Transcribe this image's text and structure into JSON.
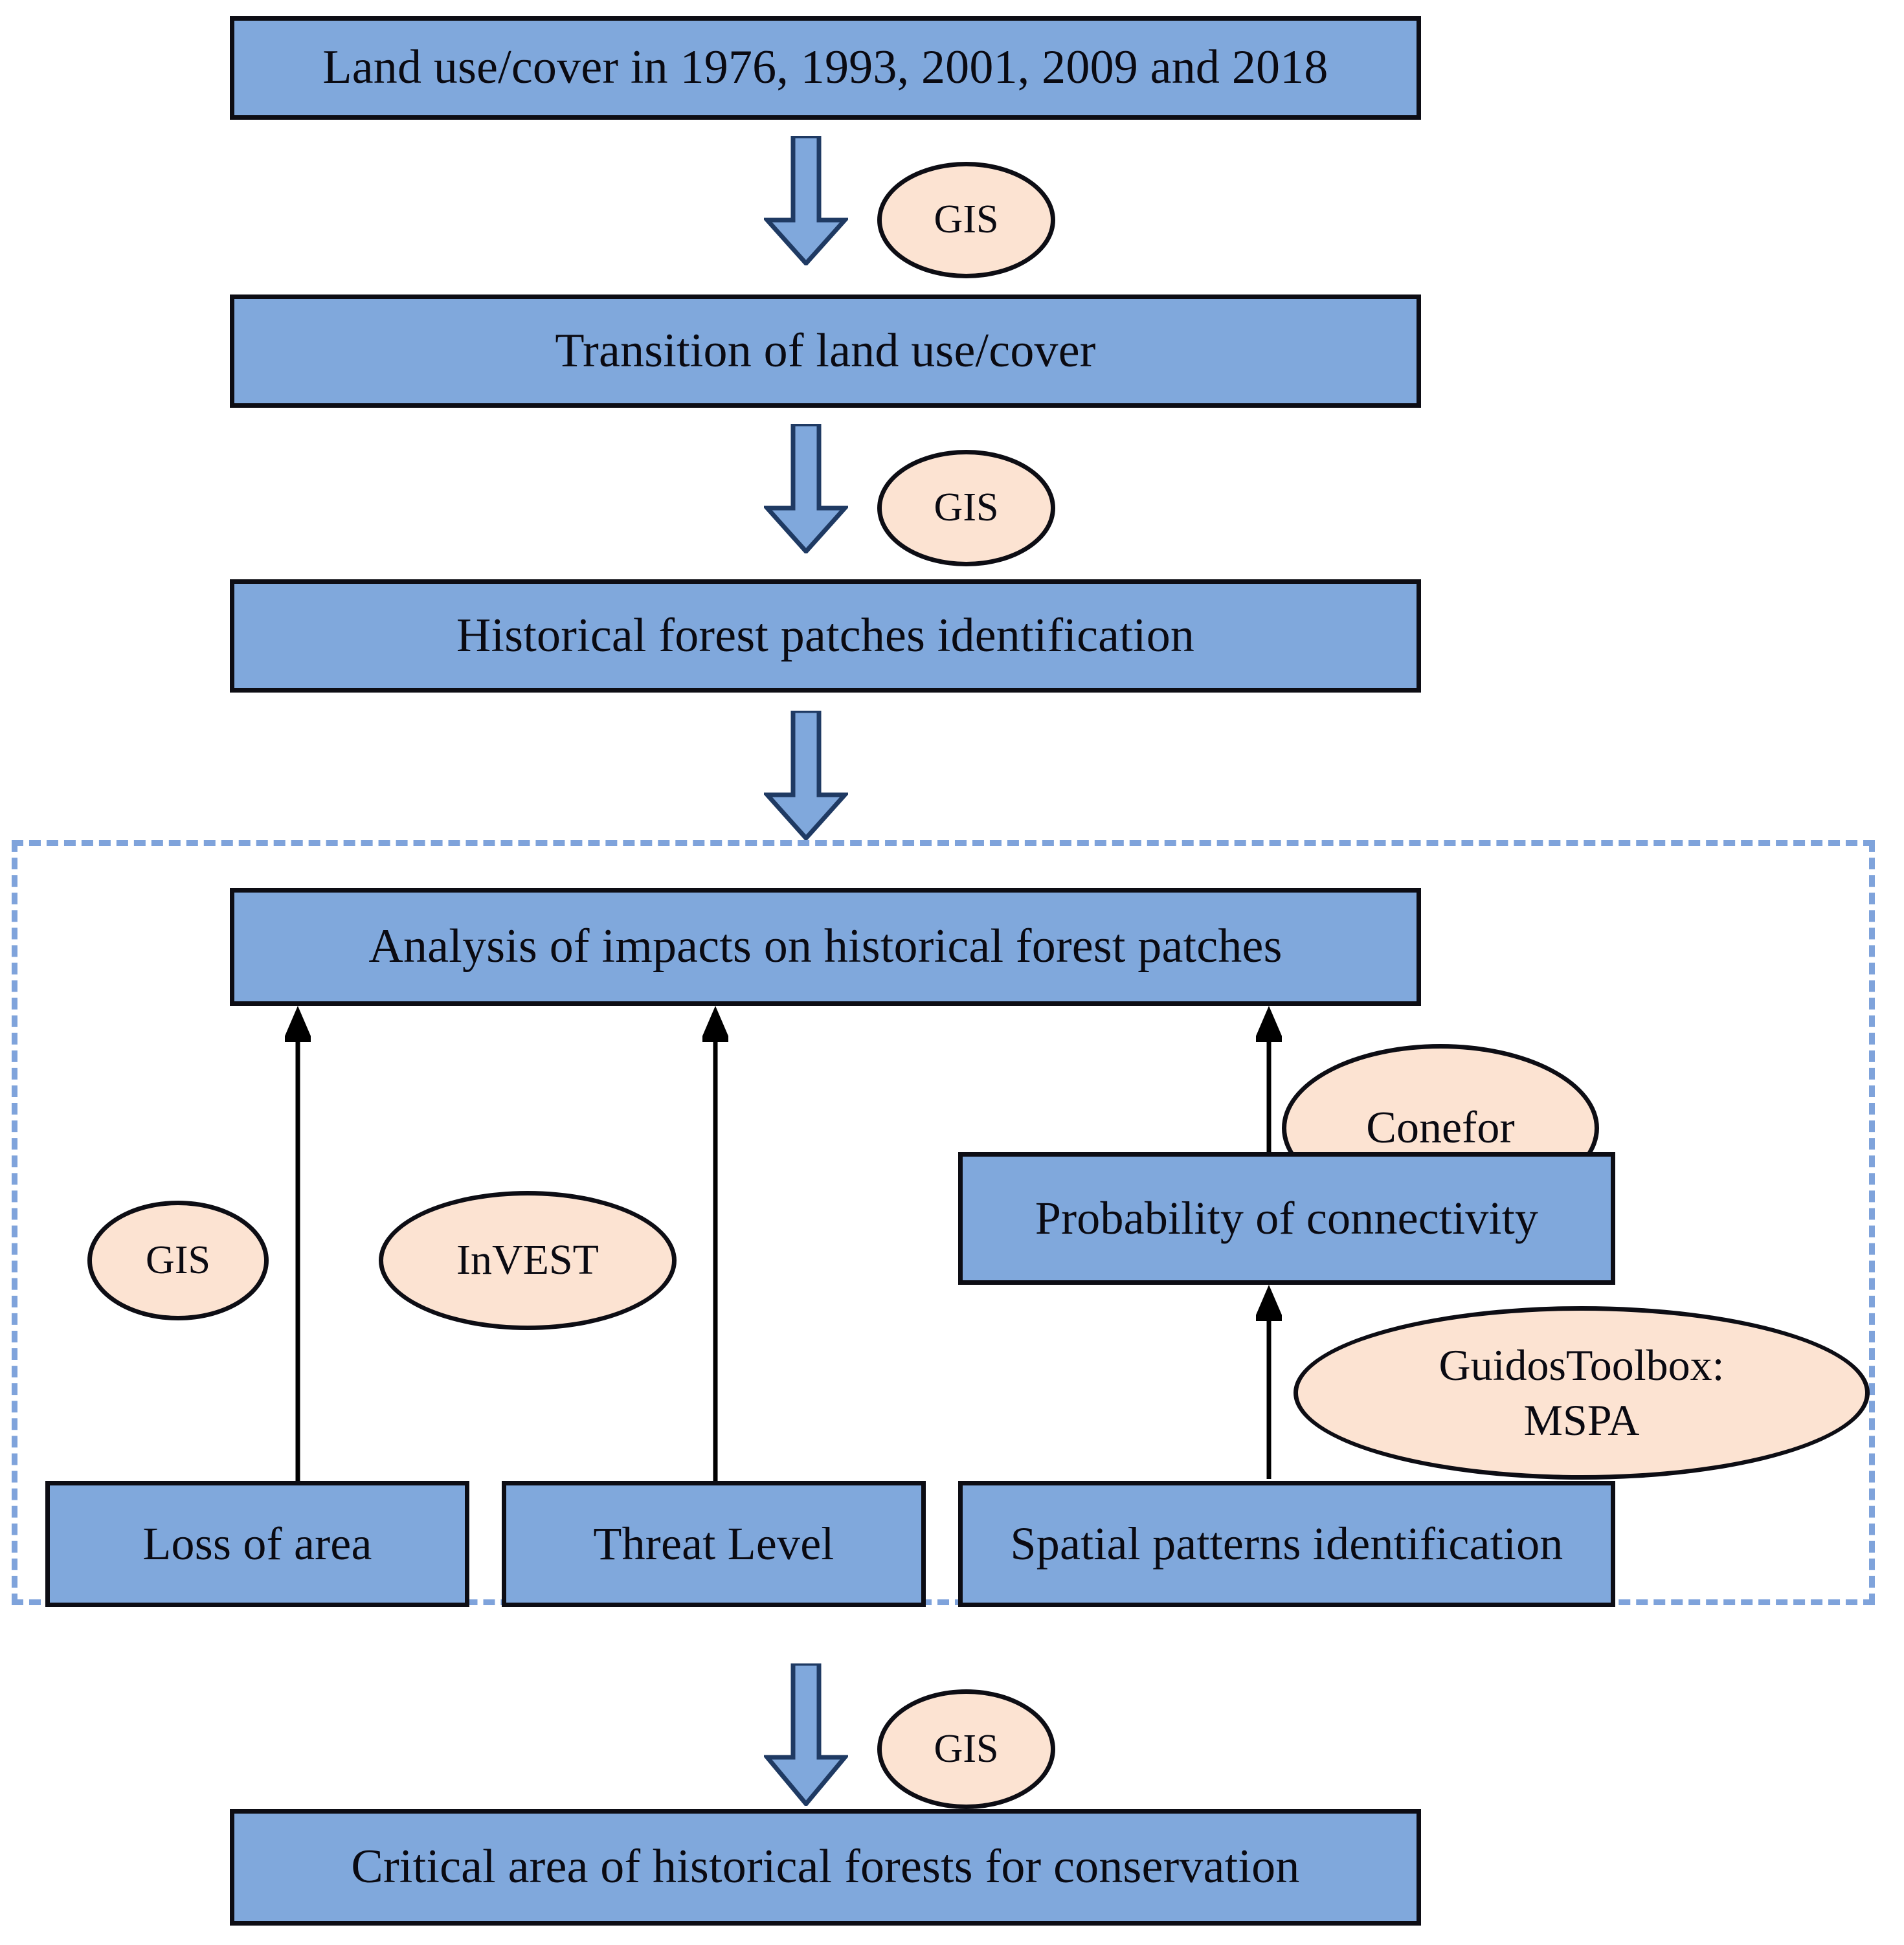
{
  "diagram": {
    "title": "Methodological flowchart for historical forest patch conservation analysis",
    "colors": {
      "box_fill": "#80A8DC",
      "box_border": "#0d0d14",
      "ellipse_fill": "#FCE3D2",
      "ellipse_border": "#0d0d14",
      "dashed_region_border": "#7FA3DB",
      "arrow_fill": "#80A8DC",
      "arrow_border": "#1f3a63",
      "thin_arrow": "#000000",
      "background": "#ffffff",
      "text": "#0a0a12"
    },
    "boxes": [
      {
        "id": "land-use-cover",
        "label": "Land use/cover in 1976, 1993, 2001, 2009 and 2018"
      },
      {
        "id": "transition",
        "label": "Transition of land use/cover"
      },
      {
        "id": "historical-patches",
        "label": "Historical forest patches identification"
      },
      {
        "id": "analysis-impacts",
        "label": "Analysis of impacts on historical forest patches"
      },
      {
        "id": "probability-connectivity",
        "label": "Probability of connectivity"
      },
      {
        "id": "loss-of-area",
        "label": "Loss of area"
      },
      {
        "id": "threat-level",
        "label": "Threat Level"
      },
      {
        "id": "spatial-patterns",
        "label": "Spatial patterns identification"
      },
      {
        "id": "critical-area",
        "label": "Critical area of historical forests for conservation"
      }
    ],
    "tools": [
      {
        "id": "gis-1",
        "label": "GIS"
      },
      {
        "id": "gis-2",
        "label": "GIS"
      },
      {
        "id": "gis-3",
        "label": "GIS"
      },
      {
        "id": "gis-4",
        "label": "GIS"
      },
      {
        "id": "invest",
        "label": "InVEST"
      },
      {
        "id": "conefor",
        "label": "Conefor"
      },
      {
        "id": "guidos",
        "label": "GuidosToolbox:\nMSPA"
      },
      {
        "id": "guidos-line1",
        "label": "GuidosToolbox:"
      },
      {
        "id": "guidos-line2",
        "label": "MSPA"
      }
    ],
    "flows": [
      {
        "from": "land-use-cover",
        "to": "transition",
        "tool": "GIS",
        "style": "block-arrow-down"
      },
      {
        "from": "transition",
        "to": "historical-patches",
        "tool": "GIS",
        "style": "block-arrow-down"
      },
      {
        "from": "historical-patches",
        "to": "analysis-group",
        "tool": "",
        "style": "block-arrow-down"
      },
      {
        "from": "loss-of-area",
        "to": "analysis-impacts",
        "tool": "GIS",
        "style": "line-arrow-up"
      },
      {
        "from": "threat-level",
        "to": "analysis-impacts",
        "tool": "InVEST",
        "style": "line-arrow-up"
      },
      {
        "from": "probability-connectivity",
        "to": "analysis-impacts",
        "tool": "Conefor",
        "style": "line-arrow-up"
      },
      {
        "from": "spatial-patterns",
        "to": "probability-connectivity",
        "tool": "GuidosToolbox: MSPA",
        "style": "line-arrow-up"
      },
      {
        "from": "analysis-group",
        "to": "critical-area",
        "tool": "GIS",
        "style": "block-arrow-down"
      }
    ],
    "dashed_region": {
      "label": "analysis-of-impacts-group",
      "contains": [
        "analysis-impacts",
        "probability-connectivity",
        "loss-of-area",
        "threat-level",
        "spatial-patterns",
        "gis-3",
        "invest",
        "conefor",
        "guidos"
      ]
    }
  }
}
